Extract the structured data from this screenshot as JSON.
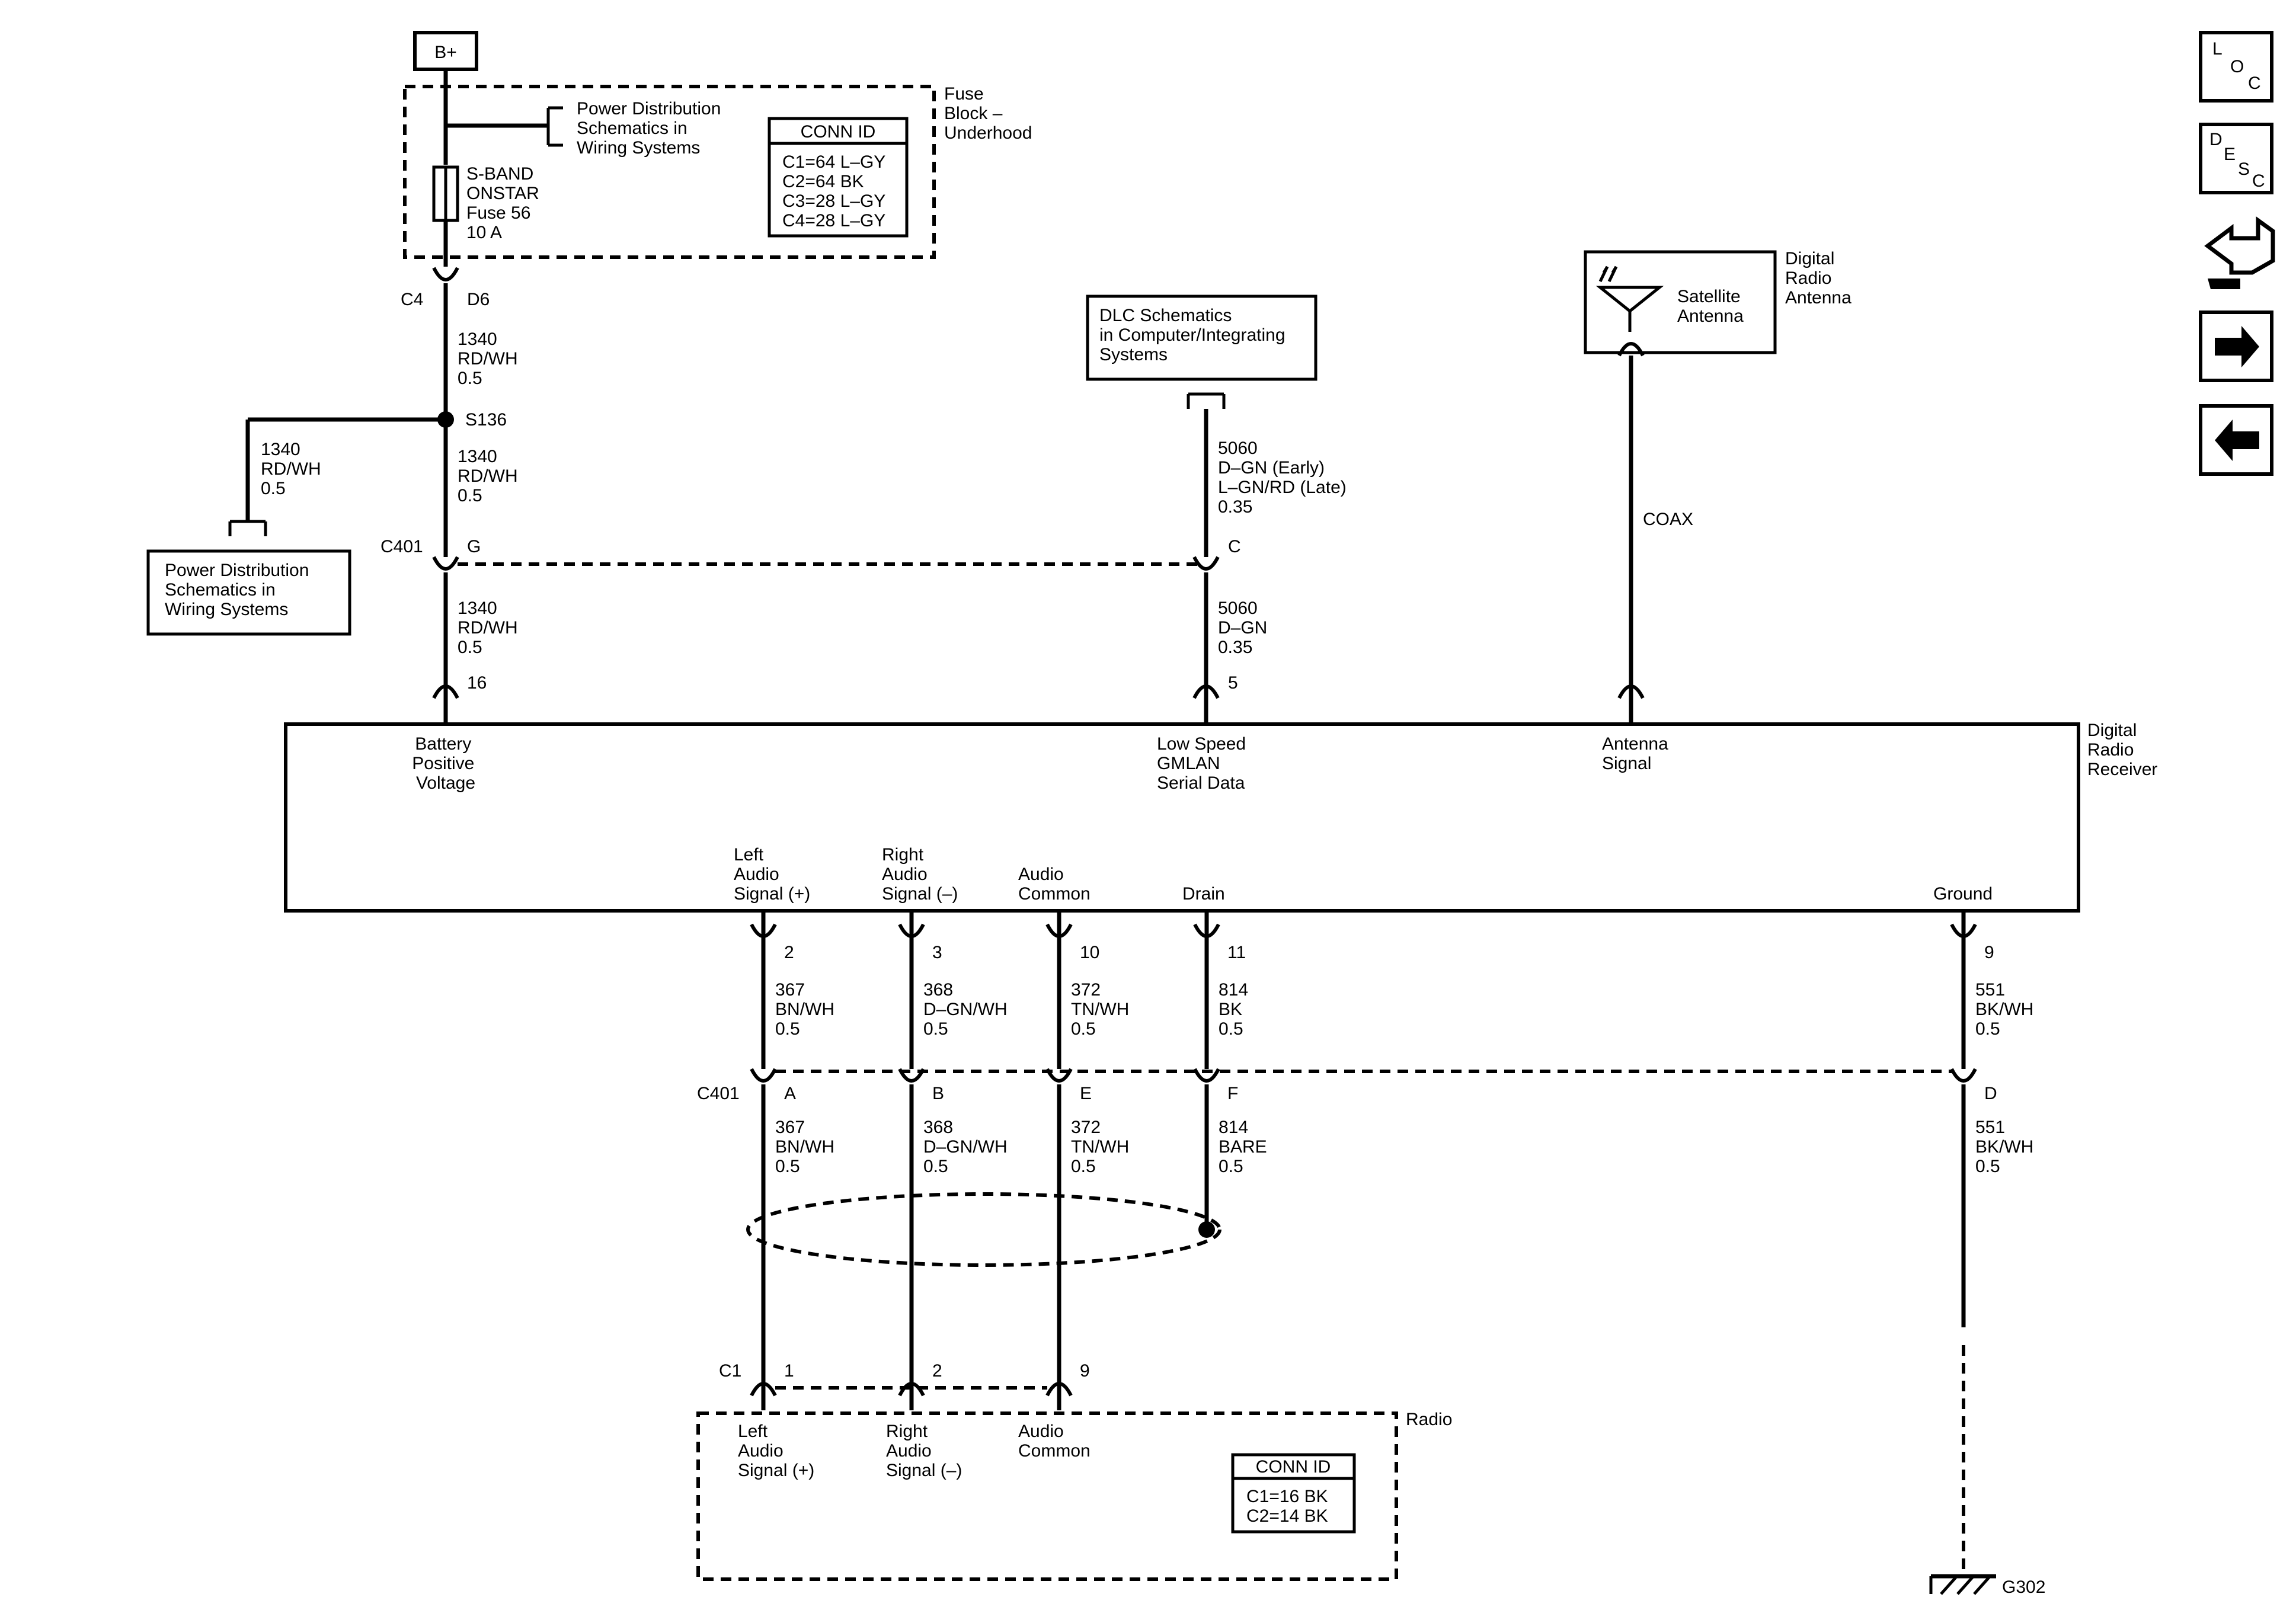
{
  "power": {
    "bplus": "B+",
    "fuse_block": [
      "Fuse",
      "Block –",
      "Underhood"
    ],
    "pd_ref_top": [
      "Power Distribution",
      "Schematics in",
      "Wiring Systems"
    ],
    "fuse": [
      "S-BAND",
      "ONSTAR",
      "Fuse 56",
      "10 A"
    ],
    "conn_id_title": "CONN ID",
    "conn_id": [
      "C1=64 L–GY",
      "C2=64 BK",
      "C3=28 L–GY",
      "C4=28 L–GY"
    ],
    "c4": "C4",
    "d6": "D6",
    "wire_a": [
      "1340",
      "RD/WH",
      "0.5"
    ],
    "splice": "S136",
    "wire_b": [
      "1340",
      "RD/WH",
      "0.5"
    ],
    "wire_branch": [
      "1340",
      "RD/WH",
      "0.5"
    ],
    "pd_ref_left": [
      "Power Distribution",
      "Schematics in",
      "Wiring Systems"
    ],
    "c401_top": "C401",
    "pin_g": "G",
    "wire_c": [
      "1340",
      "RD/WH",
      "0.5"
    ],
    "pin_16": "16"
  },
  "dlc": {
    "ref": [
      "DLC Schematics",
      "in Computer/Integrating",
      "Systems"
    ],
    "wire_top": [
      "5060",
      "D–GN (Early)",
      "L–GN/RD (Late)",
      "0.35"
    ],
    "pin_c": "C",
    "wire_bottom": [
      "5060",
      "D–GN",
      "0.35"
    ],
    "pin_5": "5"
  },
  "antenna": {
    "box_label": [
      "Satellite",
      "Antenna"
    ],
    "component": [
      "Digital",
      "Radio",
      "Antenna"
    ],
    "coax": "COAX"
  },
  "receiver": {
    "name": [
      "Digital",
      "Radio",
      "Receiver"
    ],
    "battery": [
      "Battery",
      "Positive",
      "Voltage"
    ],
    "gmlan": [
      "Low Speed",
      "GMLAN",
      "Serial Data"
    ],
    "antenna": [
      "Antenna",
      "Signal"
    ],
    "left_audio": [
      "Left",
      "Audio",
      "Signal (+)"
    ],
    "right_audio": [
      "Right",
      "Audio",
      "Signal (–)"
    ],
    "audio_common": [
      "Audio",
      "Common"
    ],
    "drain": "Drain",
    "ground": "Ground"
  },
  "bottom_wires": {
    "pins": [
      "2",
      "3",
      "10",
      "11",
      "9"
    ],
    "upper": [
      [
        "367",
        "BN/WH",
        "0.5"
      ],
      [
        "368",
        "D–GN/WH",
        "0.5"
      ],
      [
        "372",
        "TN/WH",
        "0.5"
      ],
      [
        "814",
        "BK",
        "0.5"
      ],
      [
        "551",
        "BK/WH",
        "0.5"
      ]
    ],
    "c401": "C401",
    "c401_pins": [
      "A",
      "B",
      "E",
      "F",
      "D"
    ],
    "lower": [
      [
        "367",
        "BN/WH",
        "0.5"
      ],
      [
        "368",
        "D–GN/WH",
        "0.5"
      ],
      [
        "372",
        "TN/WH",
        "0.5"
      ],
      [
        "814",
        "BARE",
        "0.5"
      ],
      [
        "551",
        "BK/WH",
        "0.5"
      ]
    ],
    "c1": "C1",
    "radio_pins": [
      "1",
      "2",
      "9"
    ],
    "ground_id": "G302"
  },
  "radio": {
    "name": "Radio",
    "left_audio": [
      "Left",
      "Audio",
      "Signal (+)"
    ],
    "right_audio": [
      "Right",
      "Audio",
      "Signal (–)"
    ],
    "audio_common": [
      "Audio",
      "Common"
    ],
    "conn_id_title": "CONN ID",
    "conn_id": [
      "C1=16 BK",
      "C2=14 BK"
    ]
  },
  "nav": {
    "loc": [
      "L",
      "O",
      "C"
    ],
    "desc": [
      "D",
      "E",
      "S",
      "C"
    ],
    "icons": [
      "loc-icon",
      "desc-icon",
      "connector-icon",
      "next-arrow-icon",
      "back-arrow-icon"
    ]
  }
}
